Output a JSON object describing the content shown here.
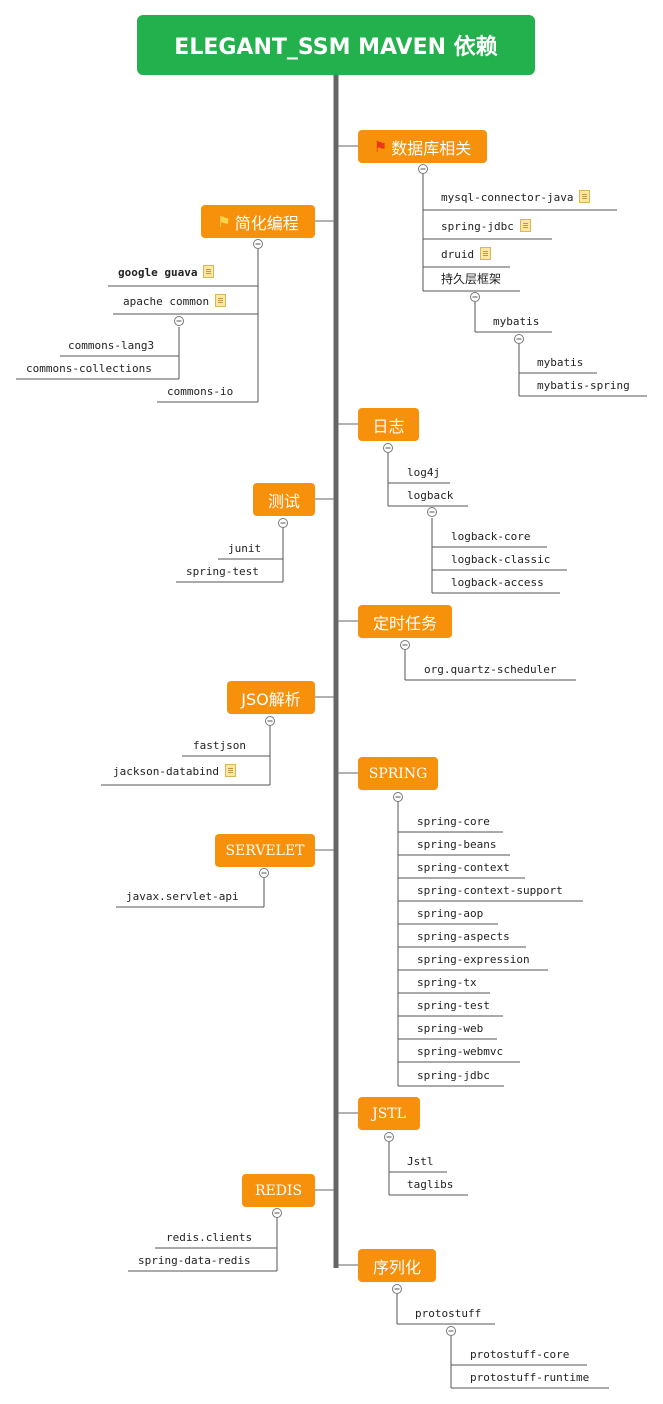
{
  "root": {
    "title": "ELEGANT_SSM MAVEN 依赖"
  },
  "colors": {
    "root": "#22b14c",
    "topic": "#f7900a",
    "line": "#555555",
    "flag_red": "#e8381a",
    "flag_orange": "#f9b10d"
  },
  "topics": {
    "database": {
      "label": "数据库相关",
      "icon": "red-flag-icon"
    },
    "programming": {
      "label": "简化编程",
      "icon": "orange-flag-icon"
    },
    "logging": {
      "label": "日志"
    },
    "testing": {
      "label": "测试"
    },
    "scheduled": {
      "label": "定时任务"
    },
    "json": {
      "label": "JSO解析"
    },
    "spring": {
      "label": "SPRING"
    },
    "servlet": {
      "label": "SERVELET"
    },
    "jstl": {
      "label": "JSTL"
    },
    "redis": {
      "label": "REDIS"
    },
    "serialization": {
      "label": "序列化"
    }
  },
  "leaves": {
    "mysql_connector_java": "mysql-connector-java",
    "spring_jdbc_db": "spring-jdbc",
    "druid": "druid",
    "persistence_framework": "持久层框架",
    "mybatis_group": "mybatis",
    "mybatis": "mybatis",
    "mybatis_spring": "mybatis-spring",
    "google_guava": "google guava",
    "apache_common": "apache common",
    "commons_lang3": "commons-lang3",
    "commons_collections": "commons-collections",
    "commons_io": "commons-io",
    "log4j": "log4j",
    "logback": "logback",
    "logback_core": "logback-core",
    "logback_classic": "logback-classic",
    "logback_access": "logback-access",
    "junit": "junit",
    "spring_test_testing": "spring-test",
    "quartz": "org.quartz-scheduler",
    "fastjson": "fastjson",
    "jackson_databind": "jackson-databind",
    "servlet_api": "javax.servlet-api",
    "spring_core": "spring-core",
    "spring_beans": "spring-beans",
    "spring_context": "spring-context",
    "spring_context_support": "spring-context-support",
    "spring_aop": "spring-aop",
    "spring_aspects": "spring-aspects",
    "spring_expression": "spring-expression",
    "spring_tx": "spring-tx",
    "spring_test": "spring-test",
    "spring_web": "spring-web",
    "spring_webmvc": "spring-webmvc",
    "spring_jdbc": "spring-jdbc",
    "jstl_lower": "Jstl",
    "taglibs": "taglibs",
    "redis_clients": "redis.clients",
    "spring_data_redis": "spring-data-redis",
    "protostuff": "protostuff",
    "protostuff_core": "protostuff-core",
    "protostuff_runtime": "protostuff-runtime"
  }
}
